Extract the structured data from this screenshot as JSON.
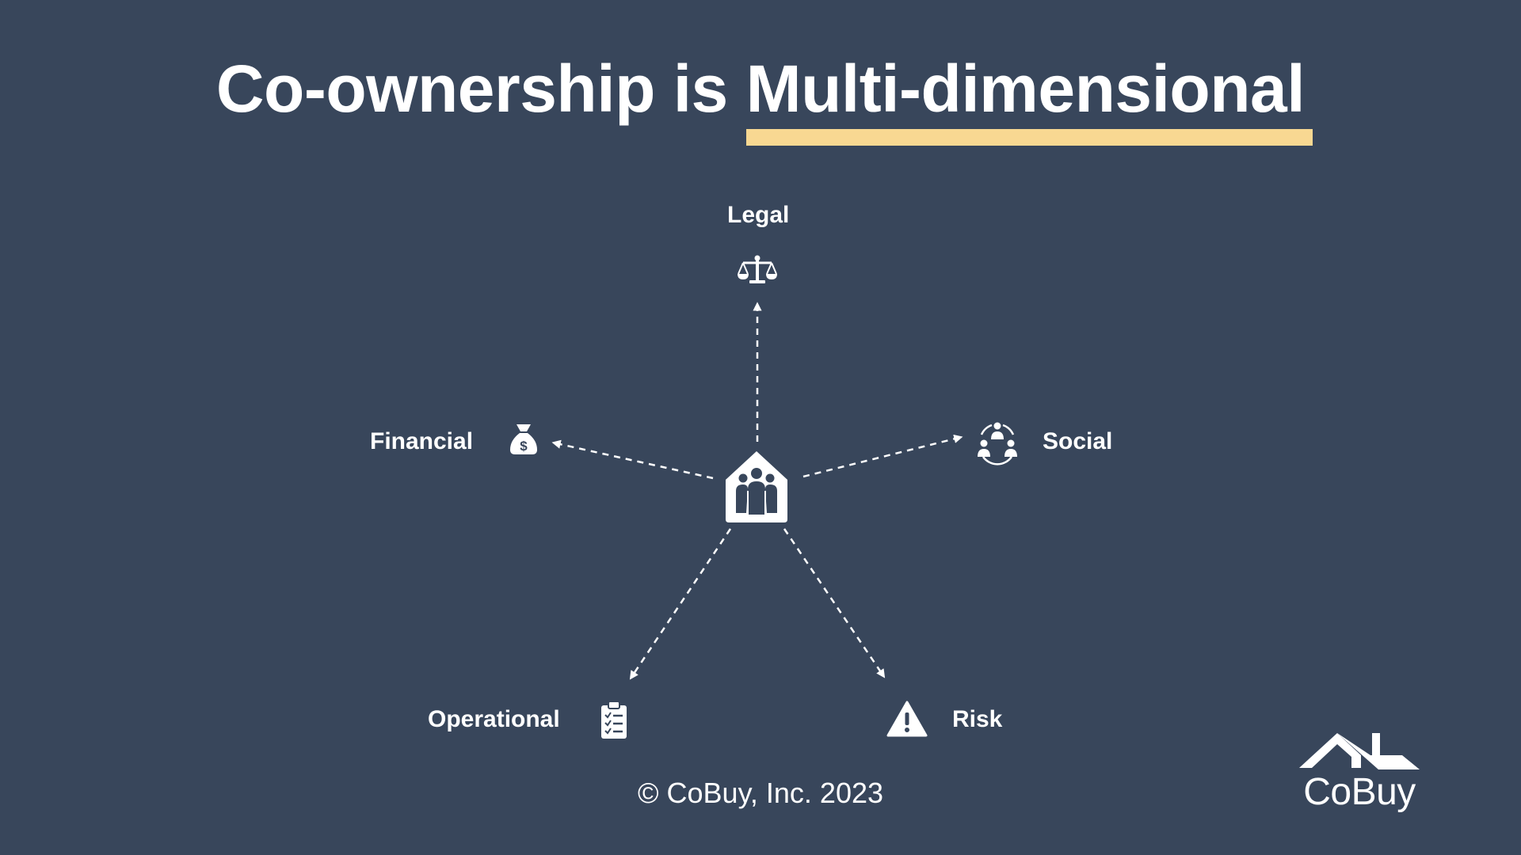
{
  "title": {
    "plain": "Co-ownership is ",
    "highlight": "Multi-dimensional",
    "underline_color": "#f8d892"
  },
  "background_color": "#38465b",
  "center": {
    "icon": "house-with-people-icon"
  },
  "dimensions": [
    {
      "key": "legal",
      "label": "Legal",
      "icon": "scales-icon"
    },
    {
      "key": "financial",
      "label": "Financial",
      "icon": "money-bag-icon"
    },
    {
      "key": "social",
      "label": "Social",
      "icon": "community-icon"
    },
    {
      "key": "operational",
      "label": "Operational",
      "icon": "clipboard-checklist-icon"
    },
    {
      "key": "risk",
      "label": "Risk",
      "icon": "warning-triangle-icon"
    }
  ],
  "footer": {
    "copyright": "© CoBuy, Inc. 2023"
  },
  "logo": {
    "text": "CoBuy",
    "icon": "roof-icon"
  }
}
